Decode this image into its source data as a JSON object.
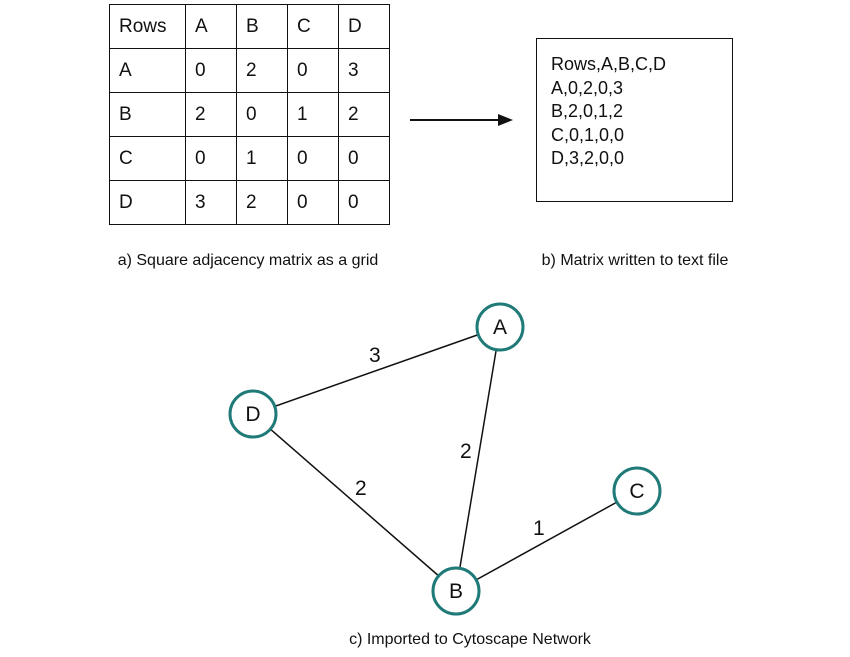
{
  "matrix": {
    "rows": [
      [
        "Rows",
        "A",
        "B",
        "C",
        "D"
      ],
      [
        "A",
        "0",
        "2",
        "0",
        "3"
      ],
      [
        "B",
        "2",
        "0",
        "1",
        "2"
      ],
      [
        "C",
        "0",
        "1",
        "0",
        "0"
      ],
      [
        "D",
        "3",
        "2",
        "0",
        "0"
      ]
    ],
    "caption": "a) Square adjacency matrix as a grid"
  },
  "textfile": {
    "lines": [
      "Rows,A,B,C,D",
      "A,0,2,0,3",
      "B,2,0,1,2",
      "C,0,1,0,0",
      "D,3,2,0,0"
    ],
    "caption": "b) Matrix written to text file"
  },
  "network": {
    "nodes": [
      "A",
      "B",
      "C",
      "D"
    ],
    "edges": [
      {
        "from": "D",
        "to": "A",
        "weight": "3"
      },
      {
        "from": "A",
        "to": "B",
        "weight": "2"
      },
      {
        "from": "D",
        "to": "B",
        "weight": "2"
      },
      {
        "from": "B",
        "to": "C",
        "weight": "1"
      }
    ],
    "caption": "c) Imported to Cytoscape Network",
    "node_stroke_color": "#1f7a78"
  }
}
